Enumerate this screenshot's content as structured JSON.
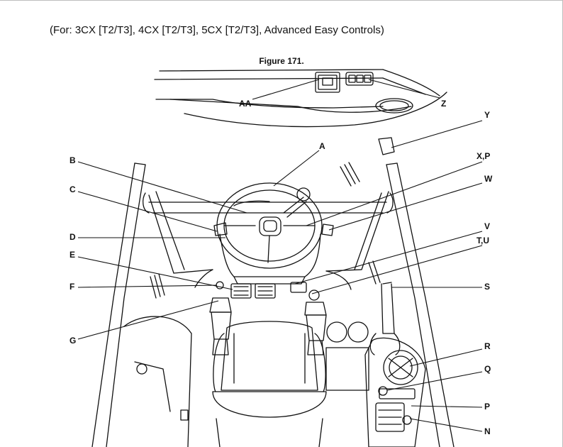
{
  "header": {
    "subtitle": "(For: 3CX [T2/T3], 4CX [T2/T3], 5CX [T2/T3], Advanced Easy Controls)",
    "figure_title": "Figure 171."
  },
  "callouts": {
    "AA": "AA",
    "Z": "Z",
    "Y": "Y",
    "A": "A",
    "B": "B",
    "C": "C",
    "D": "D",
    "E": "E",
    "F": "F",
    "G": "G",
    "XP": "X,P",
    "W": "W",
    "V": "V",
    "TU": "T,U",
    "S": "S",
    "R": "R",
    "Q": "Q",
    "P": "P",
    "N": "N"
  }
}
